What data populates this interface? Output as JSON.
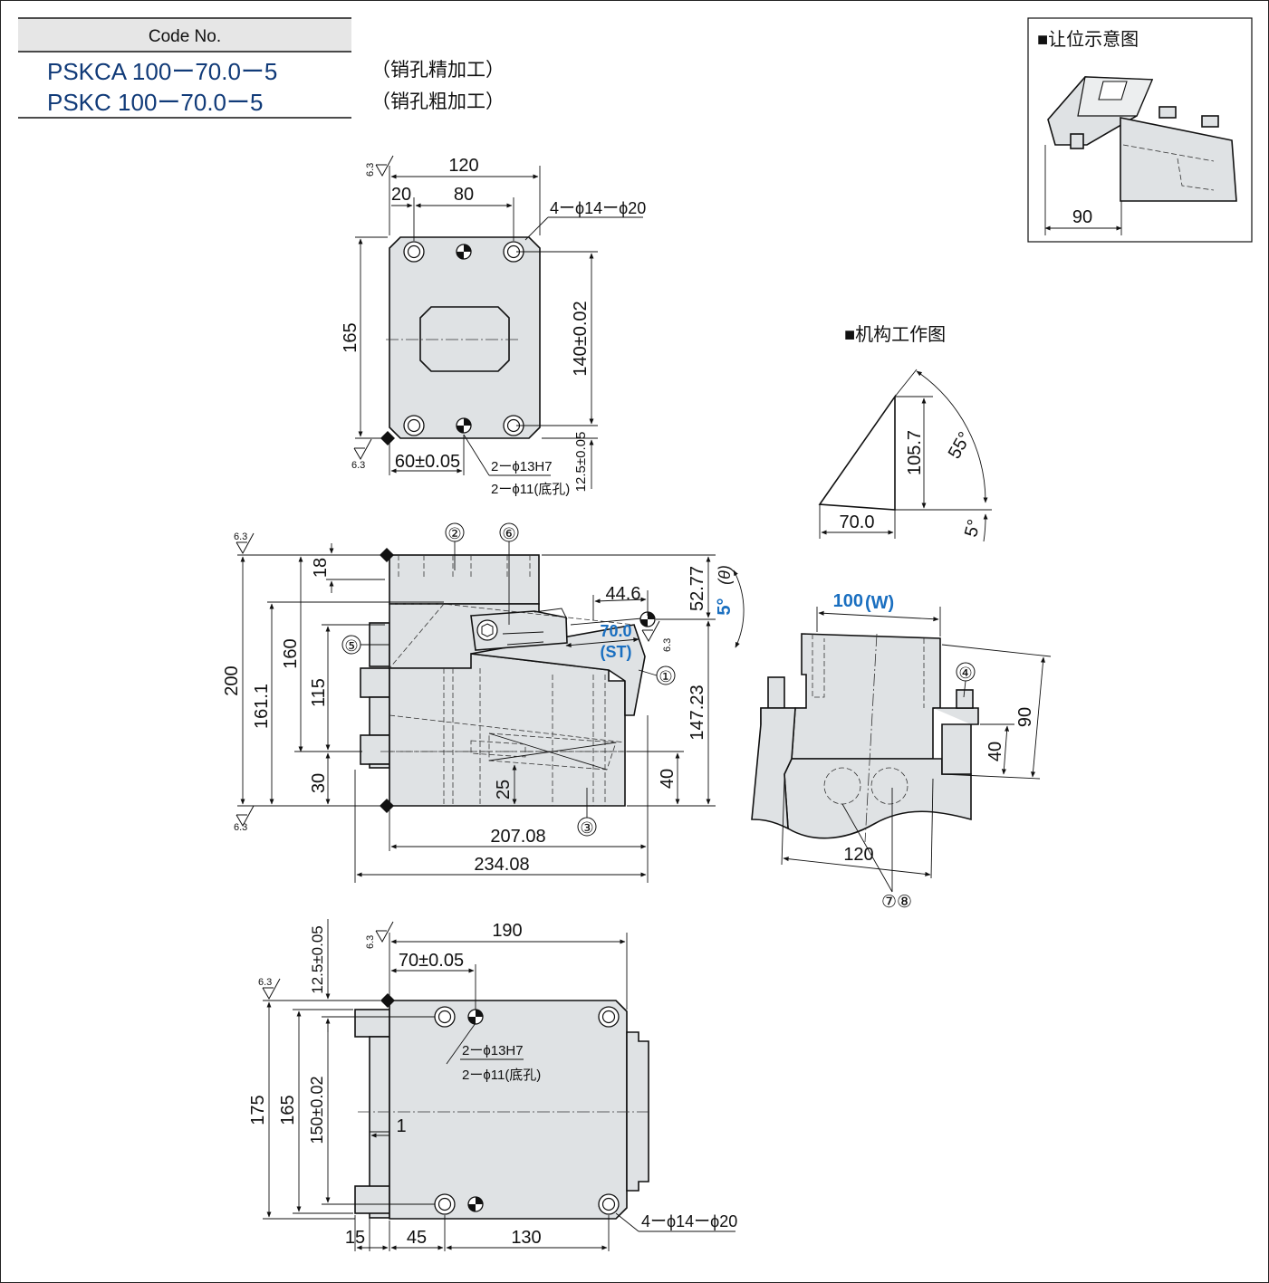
{
  "code_table": {
    "header": "Code No.",
    "rows": [
      {
        "code": "PSKCA 100ー70.0ー5",
        "note": "（销孔精加工）"
      },
      {
        "code": "PSKC 100ー70.0ー5",
        "note": "（销孔粗加工）"
      }
    ]
  },
  "titles": {
    "clearance": "■让位示意图",
    "mechanism": "■机构工作图"
  },
  "surface_finish": "6.3",
  "top_view": {
    "width": "120",
    "hole_left": "20",
    "hole_pitch": "80",
    "height": "165",
    "pitch_v": "140±0.02",
    "bottom_offset": "12.5±0.05",
    "pin_offset": "60±0.05",
    "holes": "4ーϕ14ーϕ20",
    "pin1": "2ーϕ13H7",
    "pin2": "2ーϕ11(底孔)"
  },
  "front_view": {
    "h200": "200",
    "h161": "161.1",
    "h160": "160",
    "h115": "115",
    "h30": "30",
    "h18": "18",
    "h25": "25",
    "h40": "40",
    "h147": "147.23",
    "h52": "52.77",
    "angle": "5°",
    "angle_sym": "(θ)",
    "w44": "44.6",
    "st_value": "70.0",
    "st_label": "(ST)",
    "w207": "207.08",
    "w234": "234.08",
    "balloons": [
      "①",
      "②",
      "③",
      "⑤",
      "⑥"
    ]
  },
  "mechanism": {
    "height": "105.7",
    "stroke": "70.0",
    "angle_55": "55°",
    "angle_5": "5°"
  },
  "clearance": {
    "dim": "90"
  },
  "side_view": {
    "width_value": "100",
    "width_label": "(W)",
    "h90": "90",
    "h40": "40",
    "w120": "120",
    "balloon4": "④",
    "balloon78": "⑦⑧"
  },
  "bottom_view": {
    "w190": "190",
    "pin_x": "70±0.05",
    "v12": "12.5±0.05",
    "h175": "175",
    "h165": "165",
    "h150": "150±0.02",
    "gap": "1",
    "w15": "15",
    "w45": "45",
    "w130": "130",
    "pin1": "2ーϕ13H7",
    "pin2": "2ーϕ11(底孔)",
    "holes": "4ーϕ14ーϕ20"
  }
}
